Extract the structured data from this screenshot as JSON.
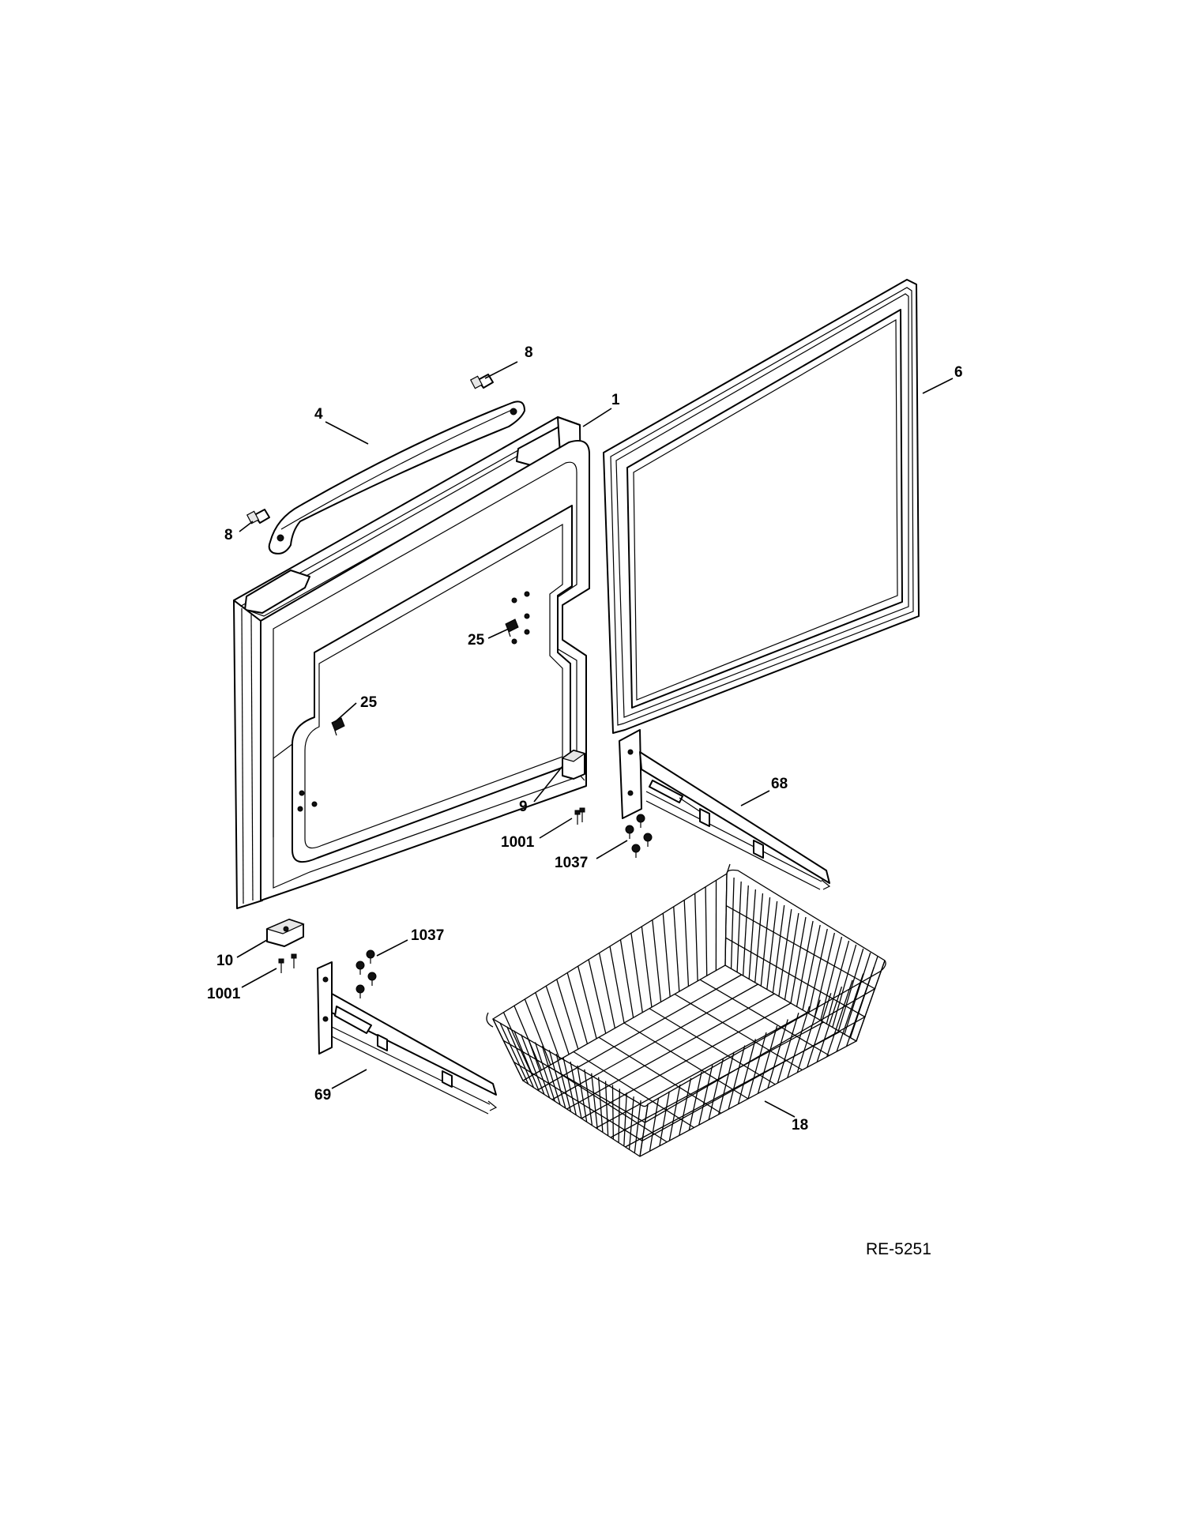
{
  "diagram": {
    "reference_code": "RE-5251",
    "callouts": {
      "c1": "1",
      "c4": "4",
      "c6": "6",
      "c8a": "8",
      "c8b": "8",
      "c9": "9",
      "c10": "10",
      "c18": "18",
      "c25a": "25",
      "c25b": "25",
      "c68": "68",
      "c69": "69",
      "c1001a": "1001",
      "c1001b": "1001",
      "c1037a": "1037",
      "c1037b": "1037"
    }
  }
}
